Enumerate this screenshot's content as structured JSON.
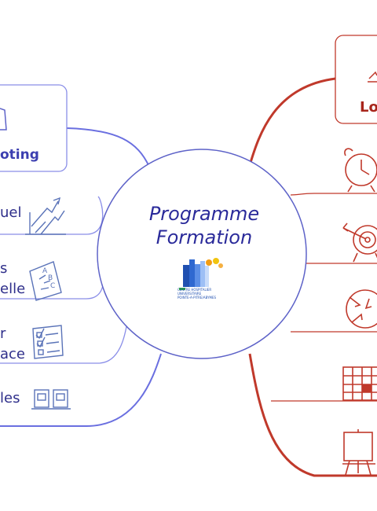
{
  "center": {
    "title_line1": "Programme",
    "title_line2": "Formation",
    "logo_text_1": "CENTRE HOSPITALIER",
    "logo_text_2": "UNIVERSITAIRE",
    "logo_text_3": "POINTE-A-PITRE/ABYMES"
  },
  "left_branch": {
    "color": "#6a6fe0",
    "box_label": "oting",
    "items": [
      {
        "label_line1": "uel",
        "label_line2": "",
        "icon": "chart-arrows-icon"
      },
      {
        "label_line1": "s",
        "label_line2": "elle",
        "icon": "abc-board-icon"
      },
      {
        "label_line1": "r",
        "label_line2": "ace",
        "icon": "checklist-icon"
      },
      {
        "label_line1": "les",
        "label_line2": "",
        "icon": "documents-icon"
      }
    ]
  },
  "right_branch": {
    "color": "#c0392b",
    "box_label": "Lo",
    "items": [
      {
        "icon": "alarm-clock-icon"
      },
      {
        "icon": "target-icon"
      },
      {
        "icon": "arrows-cycle-icon"
      },
      {
        "icon": "calendar-icon"
      },
      {
        "icon": "easel-icon"
      }
    ]
  }
}
